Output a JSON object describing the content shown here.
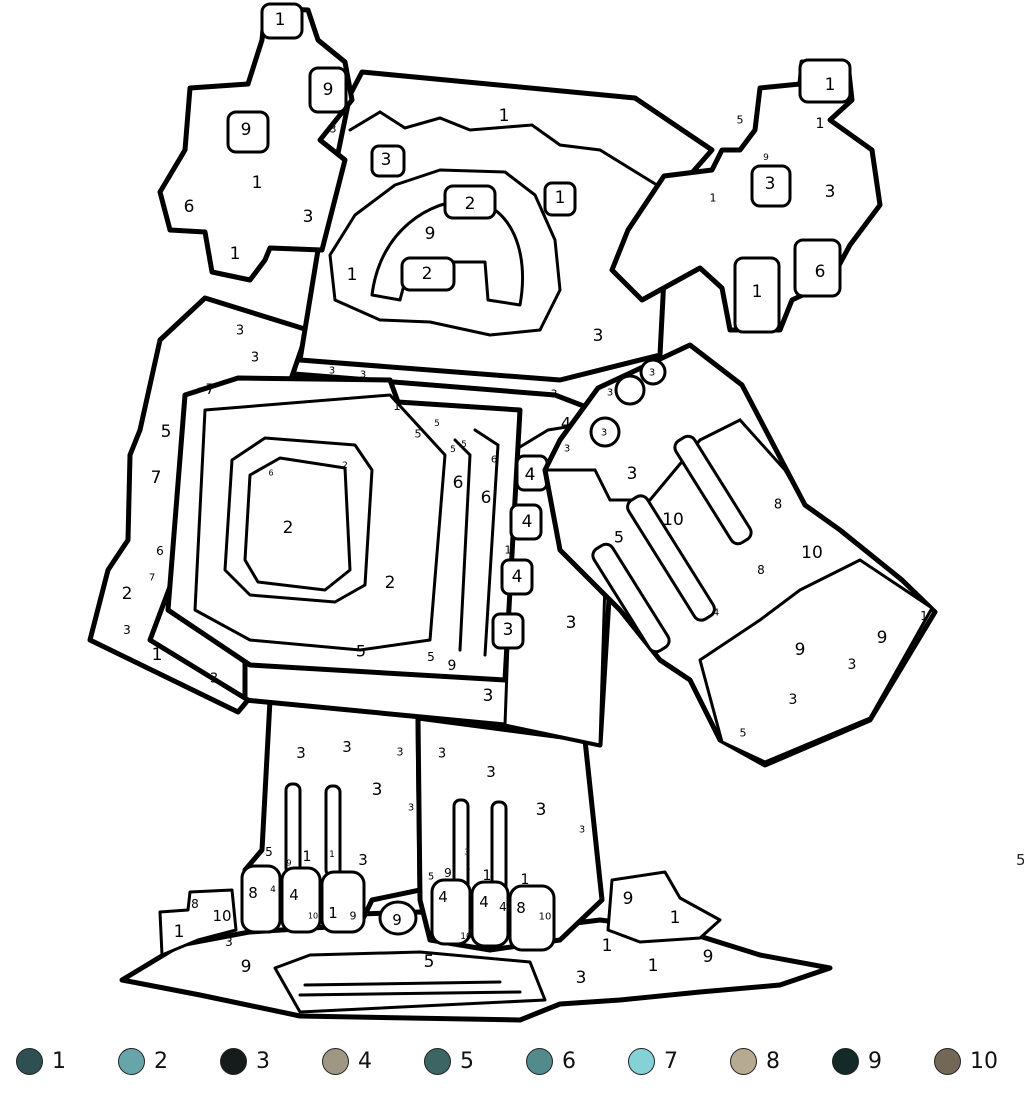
{
  "title": "",
  "stray_mark": "5",
  "palette": [
    {
      "label": "1",
      "color": "#2f5052",
      "icon": "swatch-circle"
    },
    {
      "label": "2",
      "color": "#68a5aa",
      "icon": "swatch-circle"
    },
    {
      "label": "3",
      "color": "#161b1c",
      "icon": "swatch-circle"
    },
    {
      "label": "4",
      "color": "#a09684",
      "icon": "swatch-circle"
    },
    {
      "label": "5",
      "color": "#3d6564",
      "icon": "swatch-circle"
    },
    {
      "label": "6",
      "color": "#538a8c",
      "icon": "swatch-circle"
    },
    {
      "label": "7",
      "color": "#84d2d6",
      "icon": "swatch-circle"
    },
    {
      "label": "8",
      "color": "#b7aa92",
      "icon": "swatch-circle"
    },
    {
      "label": "9",
      "color": "#132a28",
      "icon": "swatch-circle"
    },
    {
      "label": "10",
      "color": "#736858",
      "icon": "swatch-circle"
    }
  ],
  "region_numbers": [
    "1",
    "9",
    "9",
    "3",
    "1",
    "3",
    "6",
    "1",
    "1",
    "3",
    "2",
    "9",
    "2",
    "1",
    "1",
    "3",
    "1",
    "5",
    "1",
    "9",
    "1",
    "3",
    "3",
    "6",
    "1",
    "3",
    "3",
    "7",
    "5",
    "7",
    "6",
    "7",
    "2",
    "3",
    "1",
    "3",
    "1",
    "5",
    "5",
    "5",
    "6",
    "5",
    "6",
    "2",
    "2",
    "2",
    "6",
    "6",
    "5",
    "5",
    "9",
    "3",
    "3",
    "3",
    "4",
    "4",
    "1",
    "4",
    "4",
    "3",
    "3",
    "3",
    "3",
    "3",
    "3",
    "3",
    "3",
    "3",
    "10",
    "5",
    "8",
    "8",
    "10",
    "4",
    "9",
    "9",
    "1",
    "3",
    "3",
    "5",
    "3",
    "3",
    "3",
    "3",
    "3",
    "3",
    "3",
    "3",
    "3",
    "5",
    "9",
    "1",
    "1",
    "3",
    "8",
    "4",
    "4",
    "10",
    "1",
    "9",
    "3",
    "1",
    "5",
    "9",
    "1",
    "1",
    "4",
    "10",
    "4",
    "4",
    "8",
    "10",
    "8",
    "10",
    "1",
    "3",
    "9",
    "9",
    "5",
    "3",
    "1",
    "1",
    "9",
    "9",
    "1"
  ]
}
